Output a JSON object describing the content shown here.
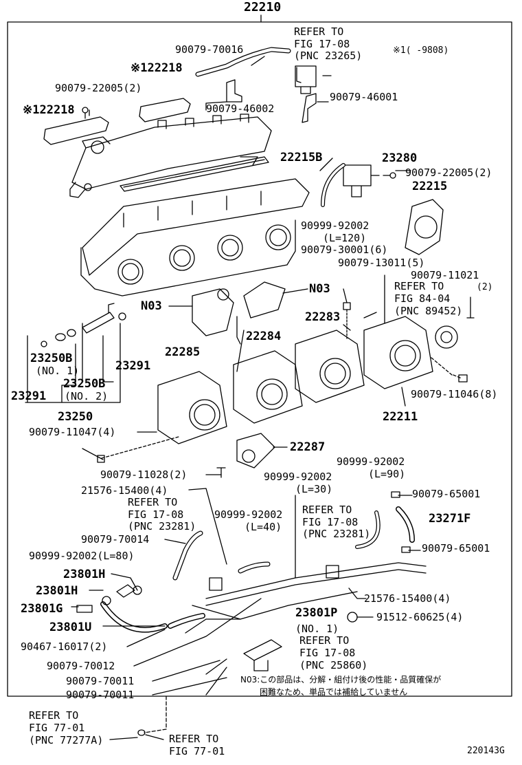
{
  "title_number": "22210",
  "note_applicability": "※1(    -9808)",
  "figure_code": "220143G",
  "footnote": {
    "line1": "N03:この部品は、分解・組付け後の性能・品質確保が",
    "line2": "困難なため、単品では補給していません"
  },
  "labels": {
    "refer_top_1": "REFER TO",
    "refer_top_2": "FIG 17-08",
    "refer_top_3": "(PNC 23265)",
    "p_90079_70016": "90079-70016",
    "p_22218_a": "※122218",
    "p_90079_22005_2a": "90079-22005(2)",
    "p_22218_b": "※122218",
    "p_90079_46002": "90079-46002",
    "p_90079_46001": "90079-46001",
    "p_22215B": "22215B",
    "p_23280": "23280",
    "p_90079_22005_2b": "90079-22005(2)",
    "p_22215": "22215",
    "p_90999_92002_a": "90999-92002",
    "p_L120": "(L=120)",
    "p_90079_30001": "90079-30001(6)",
    "p_90079_13011": "90079-13011(5)",
    "p_90079_11021": "90079-11021",
    "p_qty2": "(2)",
    "refer_84_1": "REFER TO",
    "refer_84_2": "FIG 84-04",
    "refer_84_3": "(PNC 89452)",
    "p_N03_a": "N03",
    "p_N03_b": "N03",
    "p_22283": "22283",
    "p_22284": "22284",
    "p_22285": "22285",
    "p_23250B_a": "23250B",
    "p_no1_a": "(NO. 1)",
    "p_23291_a": "23291",
    "p_23250B_b": "23250B",
    "p_no2": "(NO. 2)",
    "p_23291_b": "23291",
    "p_23250": "23250",
    "p_90079_11047": "90079-11047(4)",
    "p_90079_11046": "90079-11046(8)",
    "p_22211": "22211",
    "p_22287": "22287",
    "p_90079_11028": "90079-11028(2)",
    "p_90999_92002_b": "90999-92002",
    "p_L90": "(L=90)",
    "p_90999_92002_c": "90999-92002",
    "p_L30": "(L=30)",
    "p_21576_15400_a": "21576-15400(4)",
    "p_90079_65001_a": "90079-65001",
    "refer_17_a1": "REFER TO",
    "refer_17_a2": "FIG 17-08",
    "refer_17_a3": "(PNC 23281)",
    "p_90999_92002_d": "90999-92002",
    "p_L40": "(L=40)",
    "refer_17_b1": "REFER TO",
    "refer_17_b2": "FIG 17-08",
    "refer_17_b3": "(PNC 23281)",
    "p_23271F": "23271F",
    "p_90079_70014": "90079-70014",
    "p_90079_65001_b": "90079-65001",
    "p_90999_92002_L80": "90999-92002(L=80)",
    "p_23801H_a": "23801H",
    "p_23801H_b": "23801H",
    "p_21576_15400_b": "21576-15400(4)",
    "p_23801G": "23801G",
    "p_23801P": "23801P",
    "p_91512_60625": "91512-60625(4)",
    "p_no1_b": "(NO. 1)",
    "p_23801U": "23801U",
    "p_90467_16017": "90467-16017(2)",
    "refer_25860_1": "REFER TO",
    "refer_25860_2": "FIG 17-08",
    "refer_25860_3": "(PNC 25860)",
    "p_90079_70012": "90079-70012",
    "p_90079_70011_a": "90079-70011",
    "p_90079_70011_b": "90079-70011",
    "refer_77_a1": "REFER TO",
    "refer_77_a2": "FIG 77-01",
    "refer_77_a3": "(PNC 77277A)",
    "refer_77_b1": "REFER TO",
    "refer_77_b2": "FIG 77-01"
  }
}
